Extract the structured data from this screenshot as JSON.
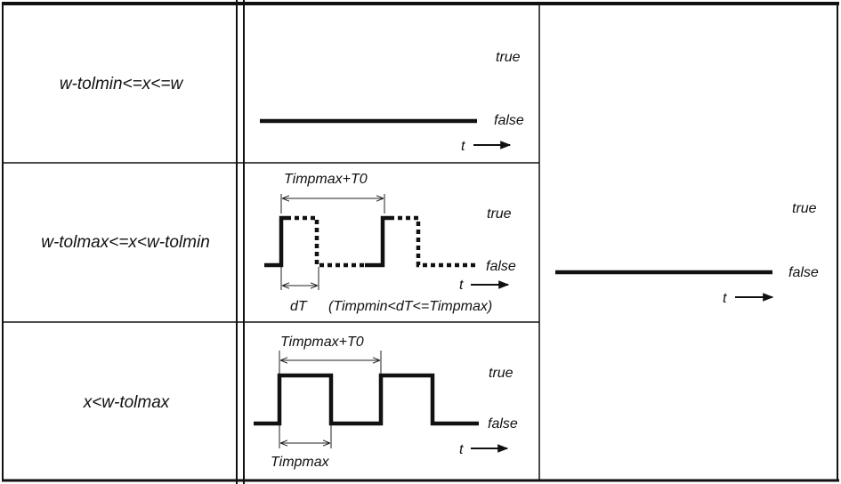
{
  "rows": [
    {
      "condition": "w-tolmin<=x<=w",
      "true_label": "true",
      "false_label": "false",
      "t_label": "t"
    },
    {
      "condition": "w-tolmax<=x<w-tolmin",
      "period_label": "Timpmax+T0",
      "true_label": "true",
      "false_label": "false",
      "t_label": "t",
      "pulse_label": "dT",
      "constraint_label": "(Timpmin<dT<=Timpmax)"
    },
    {
      "condition": "x<w-tolmax",
      "period_label": "Timpmax+T0",
      "true_label": "true",
      "false_label": "false",
      "t_label": "t",
      "pulse_label": "Timpmax"
    }
  ],
  "right_panel": {
    "true_label": "true",
    "false_label": "false",
    "t_label": "t"
  }
}
